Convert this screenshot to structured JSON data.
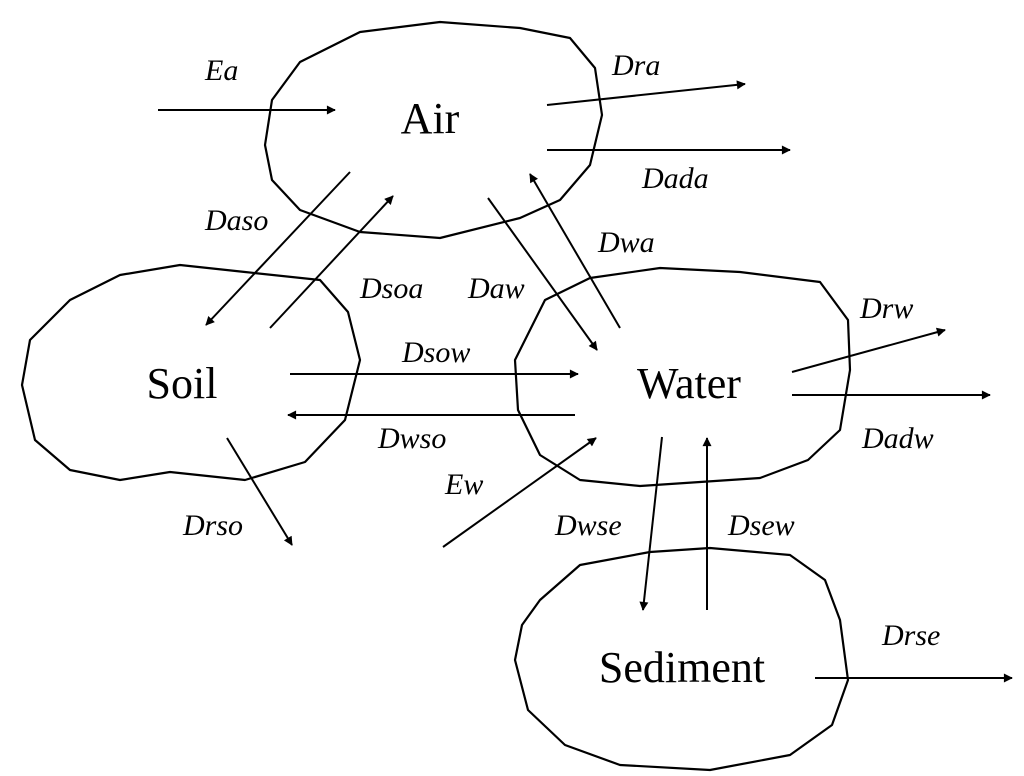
{
  "compartments": {
    "air": "Air",
    "soil": "Soil",
    "water": "Water",
    "sediment": "Sediment"
  },
  "flows": {
    "ea": "Ea",
    "dra": "Dra",
    "dada": "Dada",
    "daso": "Daso",
    "dsoa": "Dsoa",
    "daw": "Daw",
    "dwa": "Dwa",
    "drw": "Drw",
    "dadw": "Dadw",
    "dsow": "Dsow",
    "dwso": "Dwso",
    "ew": "Ew",
    "drso": "Drso",
    "dwse": "Dwse",
    "dsew": "Dsew",
    "drse": "Drse"
  },
  "colors": {
    "stroke": "#000000",
    "background": "#ffffff"
  }
}
